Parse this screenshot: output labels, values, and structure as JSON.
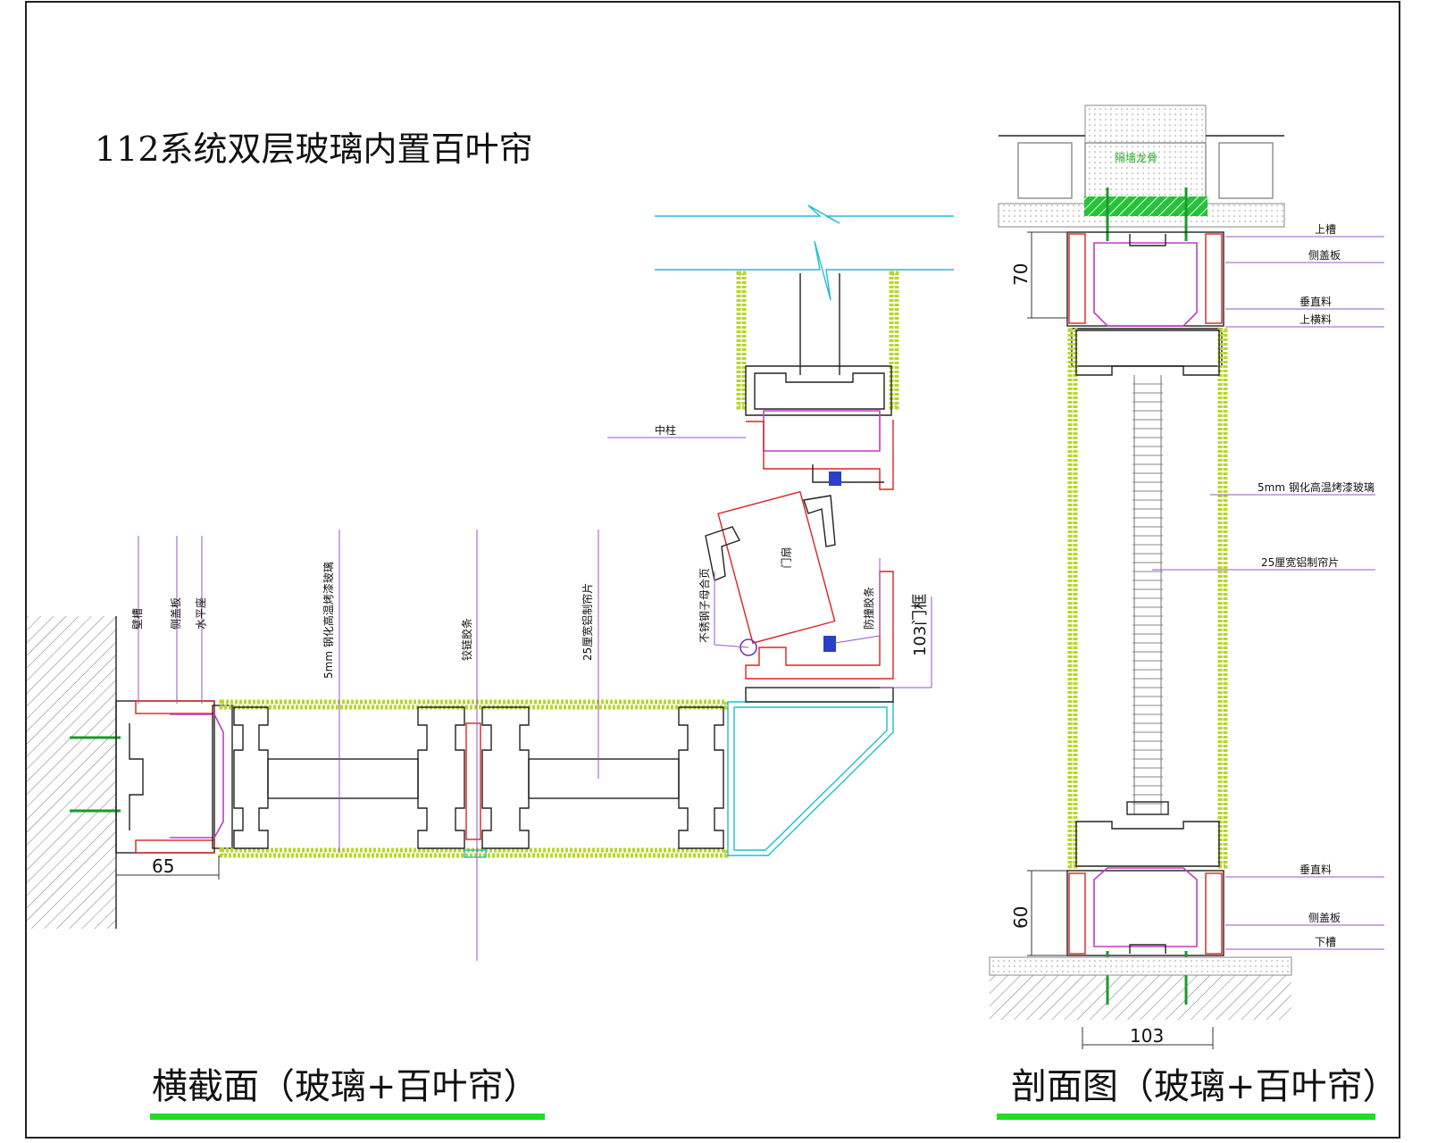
{
  "title": "112系统双层玻璃内置百叶帘",
  "plan_view": {
    "caption": "横截面（玻璃+百叶帘）",
    "labels": {
      "wall_slot": "壁槽",
      "side_cover": "侧盖板",
      "horizontal_seat": "水平座",
      "glass": "5mm 钢化高温烤漆玻璃",
      "hinge_seal": "铰链胶条",
      "blind_slat": "25厘宽铝制帘片",
      "stainless_hinge": "不锈钢子母合页",
      "door_leaf": "门扇",
      "anti_collision_strip": "防撞胶条",
      "door_jamb": "103门框",
      "mullion": "中柱"
    },
    "dimension_65": "65"
  },
  "section_view": {
    "caption": "剖面图（玻璃+百叶帘）",
    "labels": {
      "partition_keel": "隔墙龙骨",
      "top_channel": "上槽",
      "side_cover_top": "侧盖板",
      "vertical_frame_top": "垂直料",
      "top_horizontal": "上横料",
      "glass": "5mm 钢化高温烤漆玻璃",
      "blind_slat": "25厘宽铝制帘片",
      "vertical_frame_bottom": "垂直料",
      "side_cover_bottom": "侧盖板",
      "bottom_channel": "下槽"
    },
    "dimension_70": "70",
    "dimension_60": "60",
    "dimension_103": "103"
  },
  "colors": {
    "profile": "#222222",
    "glass": "#b8d62a",
    "cyan": "#1fbfcf",
    "red": "#dd2222",
    "magenta": "#c23cc2",
    "leader": "#9a55c9",
    "underline": "#22dd22"
  }
}
